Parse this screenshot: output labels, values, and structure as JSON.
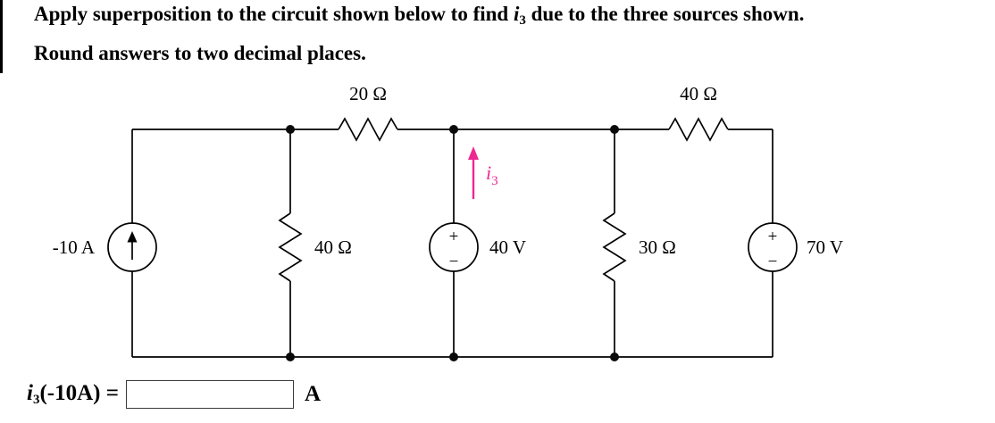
{
  "question": {
    "line1_pre": "Apply superposition to the circuit shown below to find ",
    "line1_var": "i",
    "line1_sub": "3",
    "line1_post": " due to the three sources shown.",
    "line2": "Round answers to two decimal places."
  },
  "circuit": {
    "current_source_label": "-10 A",
    "resistor_top_left": "20 Ω",
    "resistor_top_right": "40 Ω",
    "resistor_branch_left": "40 Ω",
    "resistor_branch_right": "30 Ω",
    "voltage_source_mid": "40 V",
    "voltage_source_right": "70 V",
    "arrow_var": "i",
    "arrow_sub": "3",
    "plus_sign": "+",
    "minus_sign": "−",
    "arrow_color": "#ed2891"
  },
  "answer": {
    "label_var": "i",
    "label_sub": "3",
    "label_rest": "(-10A) =",
    "input_value": "",
    "unit": "A"
  }
}
